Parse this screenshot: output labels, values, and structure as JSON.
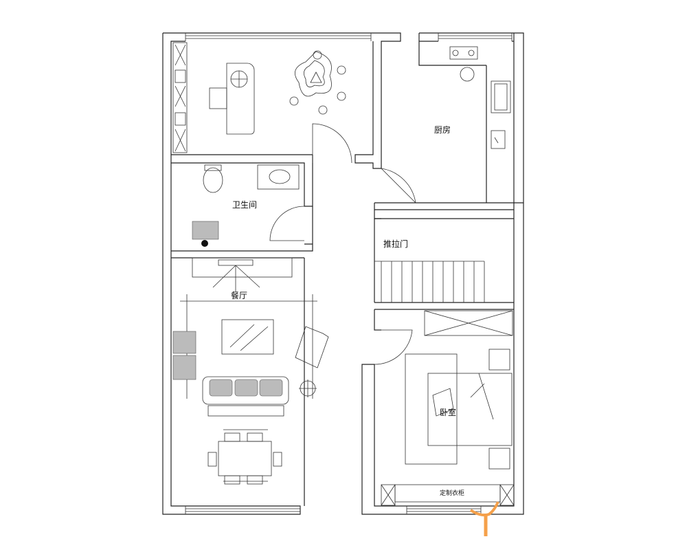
{
  "plan": {
    "rooms": {
      "kitchen": "厨房",
      "bathroom": "卫生间",
      "sliding_door": "推拉门",
      "dining": "餐厅",
      "bedroom": "卧室",
      "wardrobe": "定制衣柜"
    },
    "colors": {
      "line": "#222222",
      "logo": "#f5a04a"
    }
  }
}
